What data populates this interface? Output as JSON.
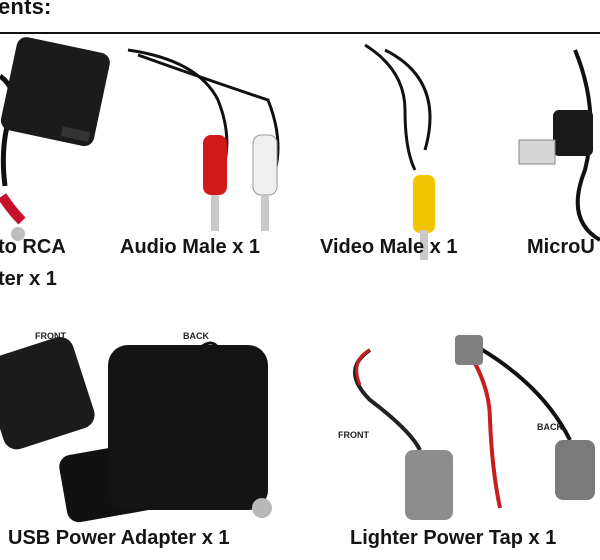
{
  "heading": "ents:",
  "items": [
    {
      "label_line1": "to RCA",
      "label_line2": "ter x 1"
    },
    {
      "label": "Audio Male x 1"
    },
    {
      "label": "Video Male x 1"
    },
    {
      "label": "MicroU"
    },
    {
      "label": "USB Power Adapter x 1",
      "tag_front": "FRONT",
      "tag_back": "BACK"
    },
    {
      "label": "Lighter Power Tap x 1",
      "tag_front": "FRONT",
      "tag_back": "BACK"
    }
  ]
}
